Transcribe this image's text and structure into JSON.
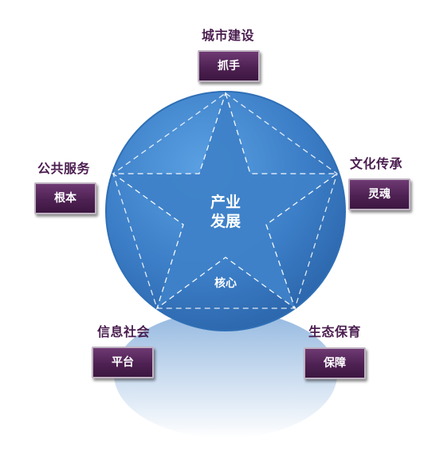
{
  "center": {
    "line1": "产业",
    "line2": "发展"
  },
  "core_label": "核心",
  "nodes": [
    {
      "title": "城市建设",
      "tag": "抓手"
    },
    {
      "title": "文化传承",
      "tag": "灵魂"
    },
    {
      "title": "生态保育",
      "tag": "保障"
    },
    {
      "title": "信息社会",
      "tag": "平台"
    },
    {
      "title": "公共服务",
      "tag": "根本"
    }
  ],
  "colors": {
    "circle": "#3b7dc6",
    "tag_bg": "#5a2a5f",
    "title_text": "#4a1d4f"
  }
}
